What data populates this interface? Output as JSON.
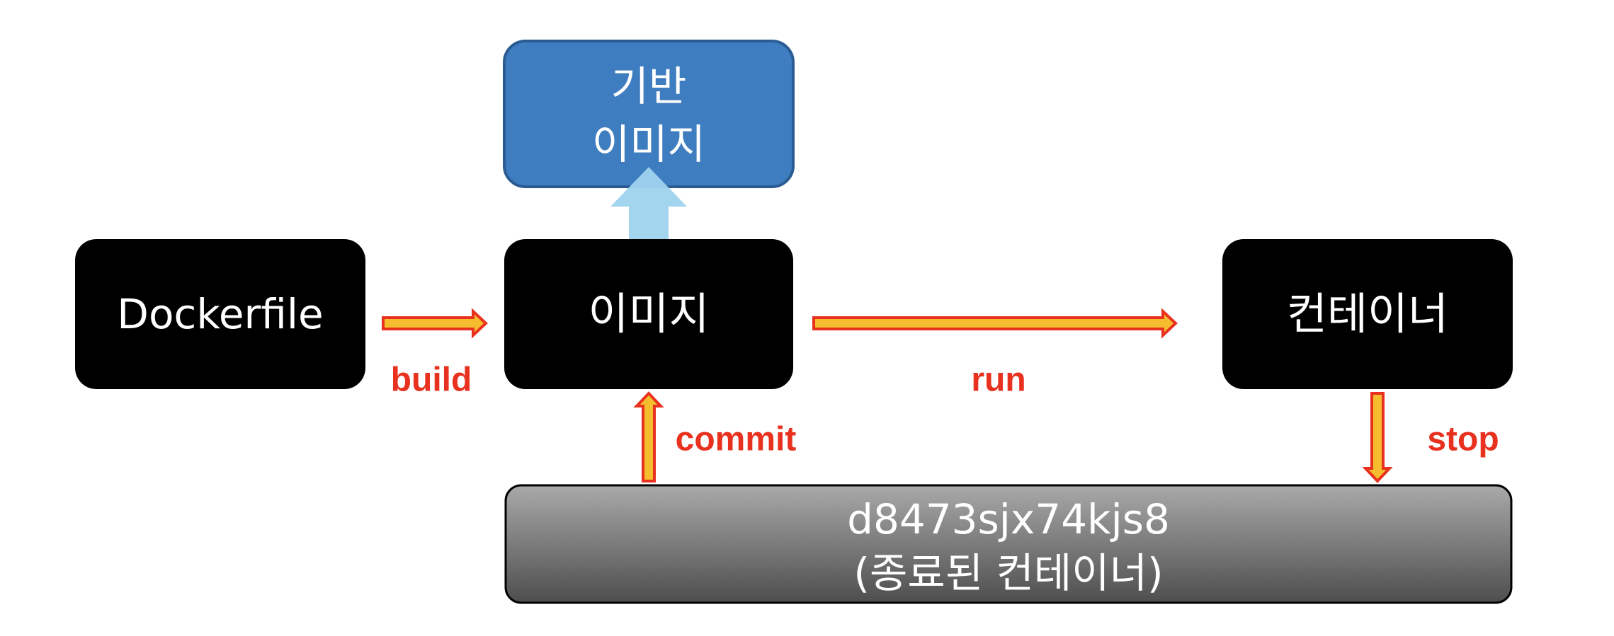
{
  "nodes": {
    "dockerfile": "Dockerfile",
    "image": "이미지",
    "container": "컨테이너",
    "base_image": {
      "line1": "기반",
      "line2": "이미지"
    },
    "stopped_container": {
      "line1": "d8473sjx74kjs8",
      "line2": "(종료된 컨테이너)"
    }
  },
  "edges": {
    "build": "build",
    "run": "run",
    "commit": "commit",
    "stop": "stop"
  },
  "colors": {
    "box_black": "#000000",
    "box_blue": "#3e7dbf",
    "box_blue_border": "#2a5c93",
    "arrow_fill": "#f5bd2e",
    "arrow_stroke": "#e8321f",
    "label_red": "#e8321f",
    "up_arrow_light_blue": "#9fd3ee",
    "stopped_gradient_top": "#a9a9a9",
    "stopped_gradient_bottom": "#4e4e4e"
  }
}
